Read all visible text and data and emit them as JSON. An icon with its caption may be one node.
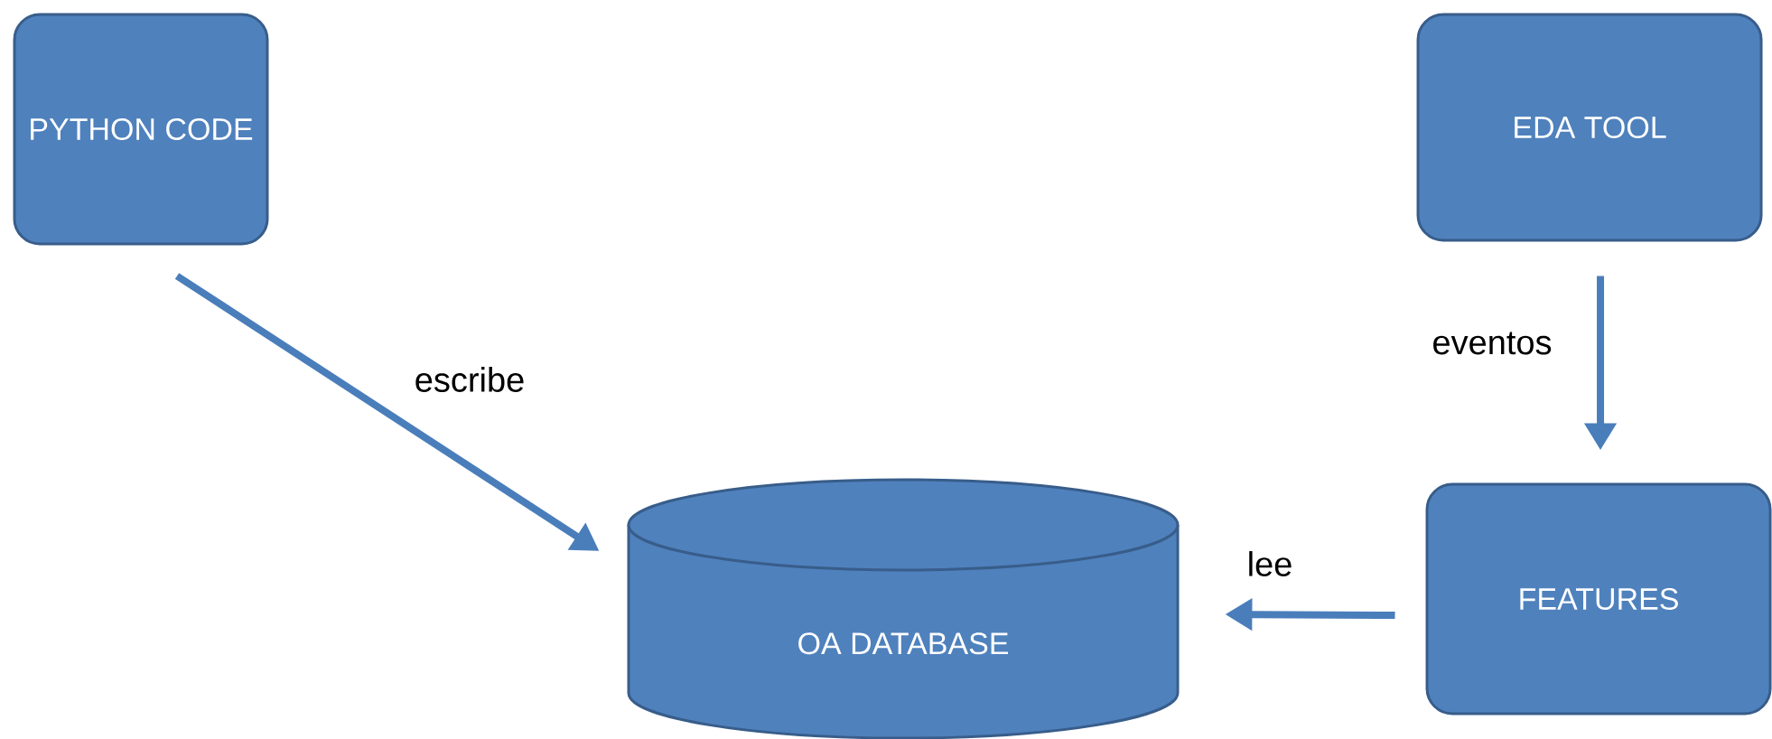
{
  "diagram": {
    "nodes": [
      {
        "text": [
          "PYTHON CODE"
        ]
      },
      {
        "text": [
          "EDA TOOL"
        ]
      },
      {
        "text": [
          "OA DATABASE"
        ]
      },
      {
        "text": [
          "FEATURES"
        ]
      }
    ],
    "edges": [
      {
        "from": 0,
        "to": 2,
        "arrow": "to",
        "label": "escribe"
      },
      {
        "from": 1,
        "to": 3,
        "arrow": "to",
        "label": "eventos"
      },
      {
        "from": 3,
        "to": 2,
        "arrow": "to",
        "label": "lee"
      }
    ]
  }
}
